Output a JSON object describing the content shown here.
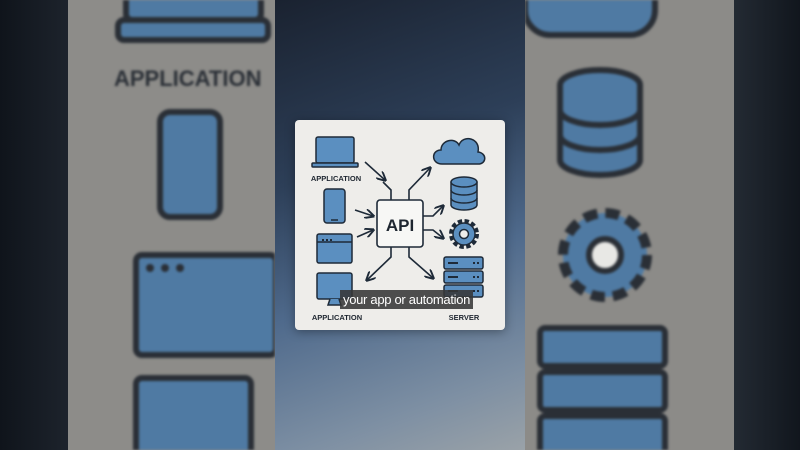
{
  "diagram": {
    "center_label": "API",
    "left_top_label": "APPLICATION",
    "left_bottom_label": "APPLICATION",
    "right_bottom_label": "SERVER",
    "left_nodes": [
      "laptop-icon",
      "phone-icon",
      "browser-window-icon",
      "monitor-icon"
    ],
    "right_nodes": [
      "cloud-icon",
      "database-icon",
      "gear-icon",
      "server-icon"
    ]
  },
  "background": {
    "left_label": "APPLICATION"
  },
  "caption": {
    "text": "your app or automation"
  },
  "colors": {
    "icon_fill": "#5b8fc0",
    "icon_stroke": "#1e2a38",
    "card_bg": "#eeedea"
  }
}
